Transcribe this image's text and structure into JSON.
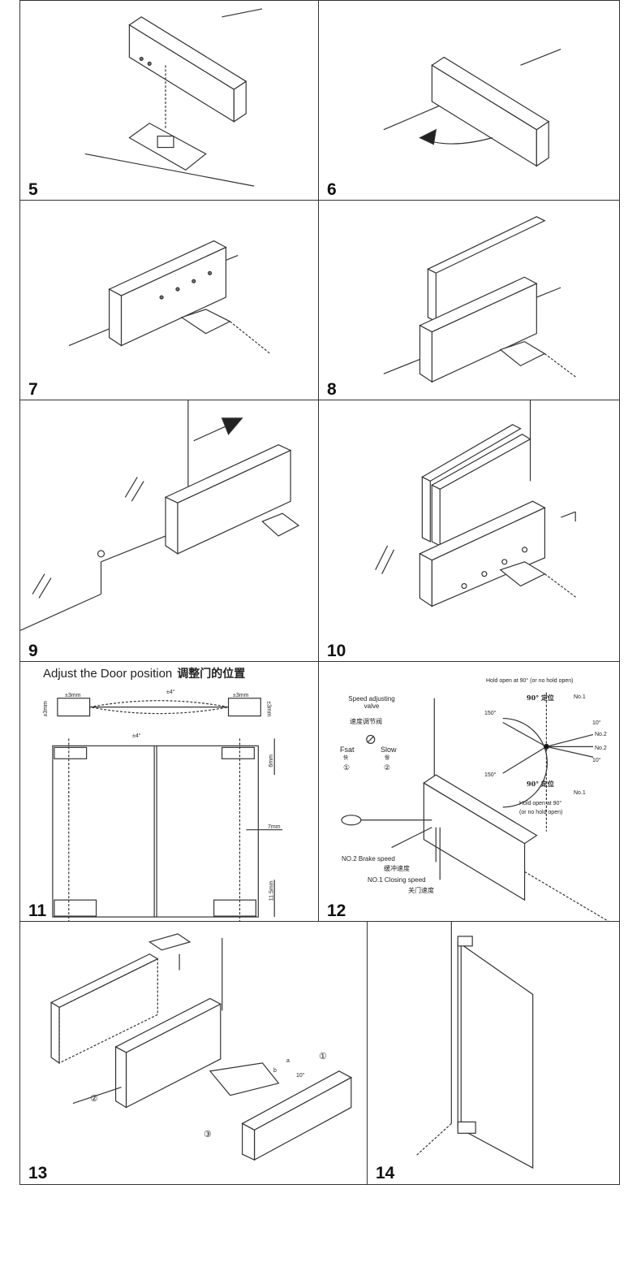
{
  "steps": [
    {
      "number": "5"
    },
    {
      "number": "6"
    },
    {
      "number": "7"
    },
    {
      "number": "8"
    },
    {
      "number": "9"
    },
    {
      "number": "10"
    },
    {
      "number": "11",
      "title": "Adjust the Door position",
      "title_cn": "调整门的位置",
      "dims": {
        "pm3a": "±3mm",
        "pm3b": "±3mm",
        "pm3c": "±3mm",
        "pm3d": "±3mm",
        "pm4a": "±4°",
        "pm4b": "±4°",
        "d6": "6mm",
        "d7": "7mm",
        "d115": "11.5mm"
      }
    },
    {
      "number": "12",
      "valve_title": "Speed adjusting valve",
      "valve_title_cn": "速度调节阀",
      "fast": "Fsat",
      "fast_cn": "快",
      "fast_id": "①",
      "slow": "Slow",
      "slow_cn": "慢",
      "slow_id": "②",
      "hold_top": "Hold open at 90°  (or no hold open)",
      "hold_bottom_1": "Hold open at 90°",
      "hold_bottom_2": "(or no hold open)",
      "a90_top": "90°",
      "a90_top_cn": "定位",
      "a90_bot": "90°",
      "a90_bot_cn": "定位",
      "a150_top": "150°",
      "a150_bot": "150°",
      "a10_top": "10°",
      "a10_bot": "10°",
      "no1_top": "No.1",
      "no2_top": "No.2",
      "no2_bot": "No.2",
      "no1_bot": "No.1",
      "brake": "NO.2 Brake speed",
      "brake_cn": "缓冲速度",
      "closing": "NO.1 Closing speed",
      "closing_cn": "关门速度"
    },
    {
      "number": "13",
      "labels": {
        "c1": "①",
        "c2": "②",
        "c3": "③",
        "a": "a",
        "b": "b",
        "angle": "10°"
      }
    },
    {
      "number": "14"
    }
  ]
}
